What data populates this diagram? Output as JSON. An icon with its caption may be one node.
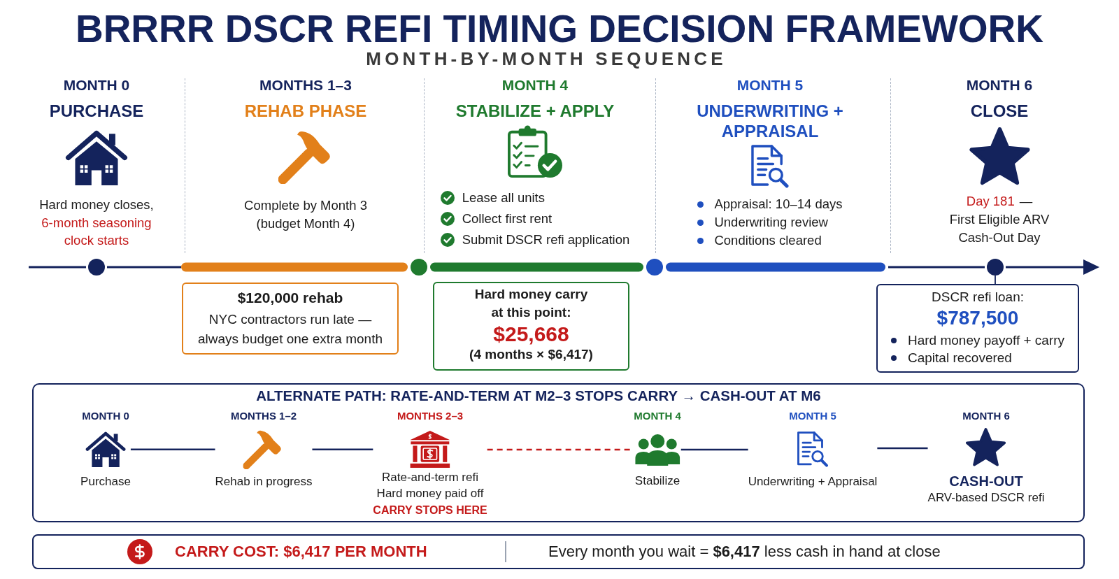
{
  "diagram": {
    "title": "BRRRR DSCR REFI TIMING DECISION FRAMEWORK",
    "nodes": [
      {
        "text": [
          "MONTH 0",
          "PURCHASE",
          "Hard money closes,",
          "6-month seasoning clock starts"
        ]
      },
      {
        "text": [
          "MONTHS 1–3",
          "REHAB PHASE",
          "Complete by Month 3 (budget Month 4)"
        ]
      },
      {
        "text": [
          "MONTH 4",
          "STABILIZE + APPLY",
          "Lease all units",
          "Collect first rent",
          "Submit DSCR refi application"
        ]
      },
      {
        "text": [
          "MONTH 5",
          "UNDERWRITING + APPRAISAL",
          "Appraisal: 10–14 days",
          "Underwriting review",
          "Conditions cleared"
        ]
      },
      {
        "text": [
          "MONTH 6",
          "CLOSE",
          "Day 181",
          "—",
          "First Eligible ARV Cash-Out Day"
        ]
      },
      {
        "text": [
          "$120,000 rehab",
          "NYC contractors run late — always budget one extra month"
        ]
      },
      {
        "text": [
          "Hard money carry at this point:",
          "$25,668",
          "(4 months × $6,417)"
        ]
      },
      {
        "text": [
          "DSCR refi loan:",
          "$787,500",
          "Hard money payoff + carry",
          "Capital recovered"
        ]
      },
      {
        "text": [
          "ALTERNATE PATH: RATE-AND-TERM AT M2–3 STOPS CARRY → CASH-OUT AT M6"
        ]
      },
      {
        "text": [
          "MONTH 0",
          "Purchase"
        ],
        "in": 8
      },
      {
        "text": [
          "MONTHS 1–2",
          "Rehab in progress"
        ],
        "in": 8
      },
      {
        "text": [
          "MONTHS 2–3",
          "Rate-and-term refi",
          "Hard money paid off",
          "CARRY STOPS HERE"
        ],
        "in": 8
      },
      {
        "text": [
          "MONTH 4",
          "Stabilize"
        ],
        "in": 8
      },
      {
        "text": [
          "MONTH 5",
          "Underwriting + Appraisal"
        ],
        "in": 8
      },
      {
        "text": [
          "MONTH 6",
          "CASH-OUT",
          "ARV-based DSCR refi"
        ],
        "in": 8
      },
      {
        "text": [
          "CARRY COST: $6,417 PER MONTH",
          "Every month you wait = **$6,417** less cash in hand at close"
        ]
      },
      {
        "text": [],
        "shape": "circle"
      }
    ],
    "edges": [
      {
        "from": 9,
        "to": 10,
        "arrow": "none"
      },
      {
        "from": 10,
        "to": 11,
        "arrow": "none"
      },
      {
        "from": 11,
        "to": 12,
        "arrow": "none",
        "style": "dashed",
        "color": "#c41a1a"
      },
      {
        "from": 12,
        "to": 13,
        "arrow": "none"
      },
      {
        "from": 13,
        "to": 14,
        "arrow": "none"
      },
      {
        "from": 7,
        "to": 16,
        "arrow": "none"
      }
    ],
    "labels": [
      "MONTH-BY-MONTH SEQUENCE"
    ]
  }
}
